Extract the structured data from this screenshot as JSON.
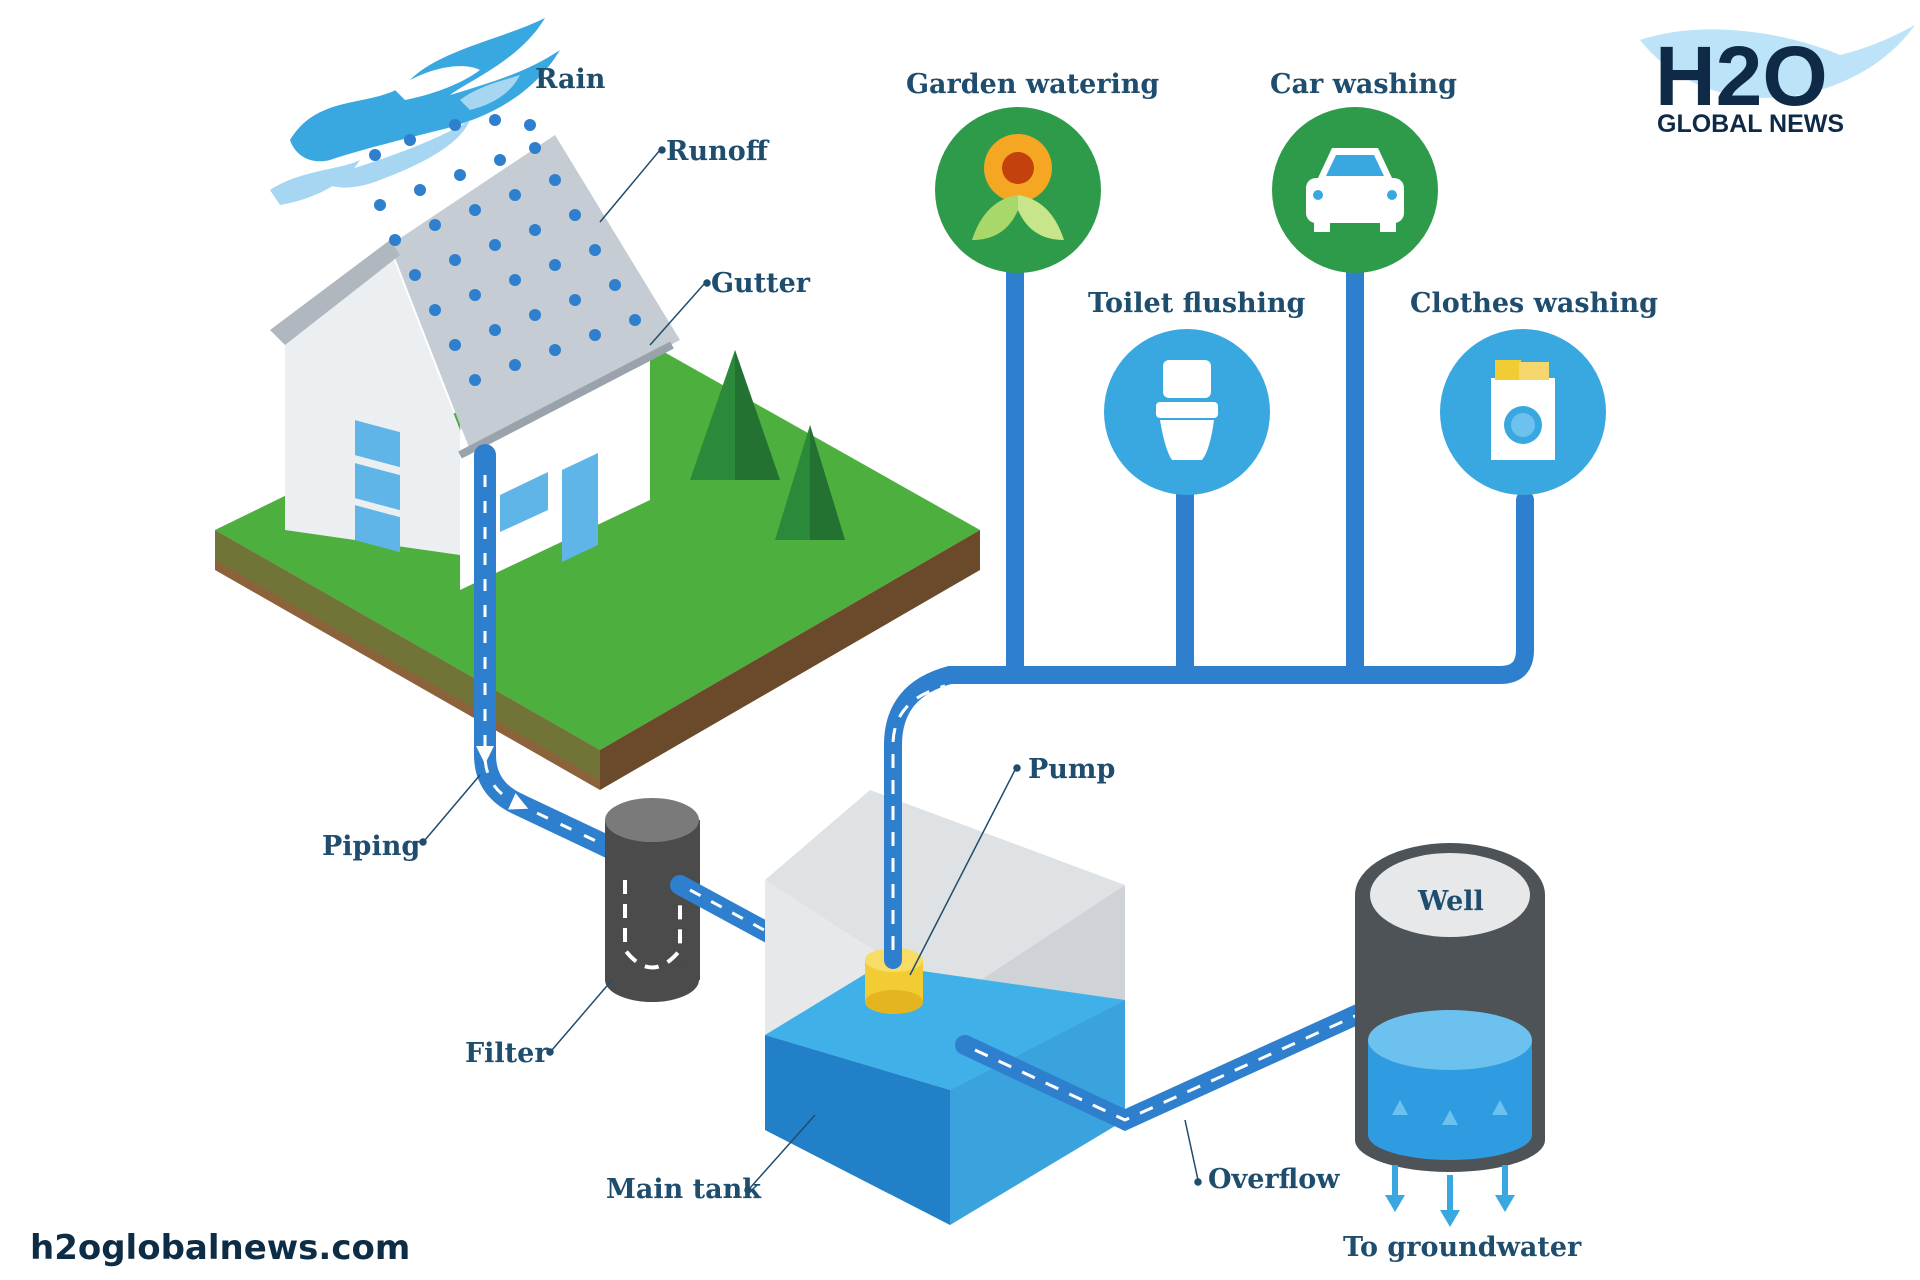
{
  "logo": {
    "mark": "H2O",
    "subtitle": "GLOBAL NEWS"
  },
  "site_url": "h2oglobalnews.com",
  "colors": {
    "label": "#1f4d6e",
    "pipe": "#2e7fce",
    "use_green": "#2e9b4a",
    "use_blue": "#3aa8e0",
    "grass": "#4caf3e",
    "tank_water": "#2f9be0"
  },
  "labels": {
    "rain": "Rain",
    "runoff": "Runoff",
    "gutter": "Gutter",
    "piping": "Piping",
    "filter": "Filter",
    "main_tank": "Main tank",
    "pump": "Pump",
    "overflow": "Overflow",
    "well": "Well",
    "to_groundwater": "To groundwater"
  },
  "uses": [
    {
      "label": "Garden watering",
      "icon": "sunflower-icon",
      "color": "#2e9b4a"
    },
    {
      "label": "Car washing",
      "icon": "car-icon",
      "color": "#2e9b4a"
    },
    {
      "label": "Toilet flushing",
      "icon": "toilet-icon",
      "color": "#3aa8e0"
    },
    {
      "label": "Clothes washing",
      "icon": "washing-machine-icon",
      "color": "#3aa8e0"
    }
  ]
}
